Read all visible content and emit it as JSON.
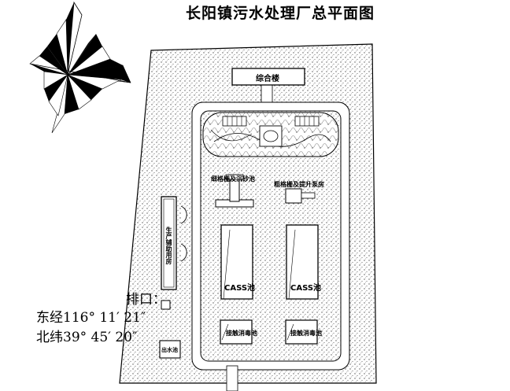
{
  "title": "长阳镇污水处理厂总平面图",
  "buildings": {
    "office": "综合楼",
    "pump_room": "粗格栅及提升泵房",
    "fine_screen": "细格栅及沉砂池",
    "cass_left": "CASS池",
    "cass_right": "CASS池",
    "disinfect_left": "接触消毒池",
    "disinfect_right": "接触消毒池",
    "workshop": "生产辅助用房",
    "outfall_pool": "出水池"
  },
  "outfall": {
    "label": "排口：",
    "longitude": "东经116° 11′ 21″",
    "latitude": "北纬39° 45′ 20″"
  },
  "icons": {
    "compass": "north-arrow-compass-icon"
  }
}
